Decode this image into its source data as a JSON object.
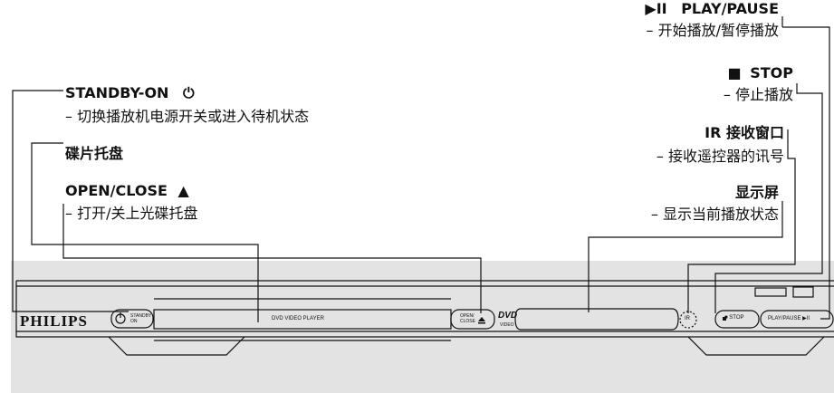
{
  "left_callouts": {
    "standby_title": "STANDBY-ON",
    "standby_desc": "–  切换播放机电源开关或进入待机状态",
    "tray_title": "碟片托盘",
    "open_close_title": "OPEN/CLOSE",
    "open_close_desc": "–  打开/关上光碟托盘"
  },
  "right_callouts": {
    "play_pause_title": "PLAY/PAUSE",
    "play_pause_desc": "–  开始播放/暂停播放",
    "stop_title": "STOP",
    "stop_desc": "–  停止播放",
    "ir_title": "IR 接收窗口",
    "ir_desc": "–  接收遥控器的讯号",
    "display_title": "显示屏",
    "display_desc": "–  显示当前播放状态"
  },
  "device": {
    "brand": "PHILIPS",
    "standby_button_label": "STANDBY ON",
    "tray_label": "DVD VIDEO PLAYER",
    "open_close_button_label": "OPEN/ CLOSE",
    "dvd_logo": "DVD",
    "dvd_logo_sub": "VIDEO",
    "ir_label": "IR",
    "stop_button_label": "■ STOP",
    "play_pause_button_label": "PLAY/PAUSE ▶II"
  },
  "colors": {
    "background_band": "#e3e3e3",
    "line": "#111111"
  }
}
